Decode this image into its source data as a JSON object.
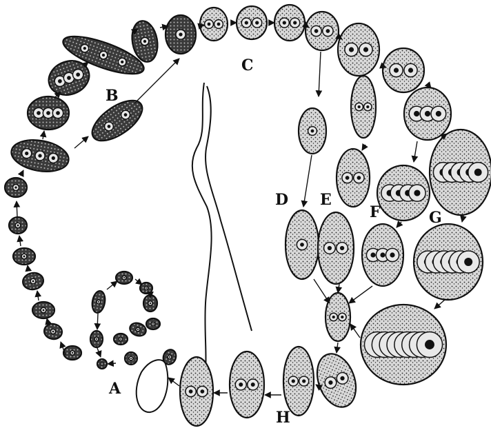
{
  "colors": {
    "ink": "#111111",
    "stipple": "#2e2e2e",
    "cell_fill": "#4a4a4a",
    "pale_fill": "#cfcfcf",
    "paper": "#ffffff"
  },
  "labels": {
    "A": "A",
    "B": "B",
    "C": "C",
    "D": "D",
    "E": "E",
    "F": "F",
    "G": "G",
    "H": "H"
  }
}
